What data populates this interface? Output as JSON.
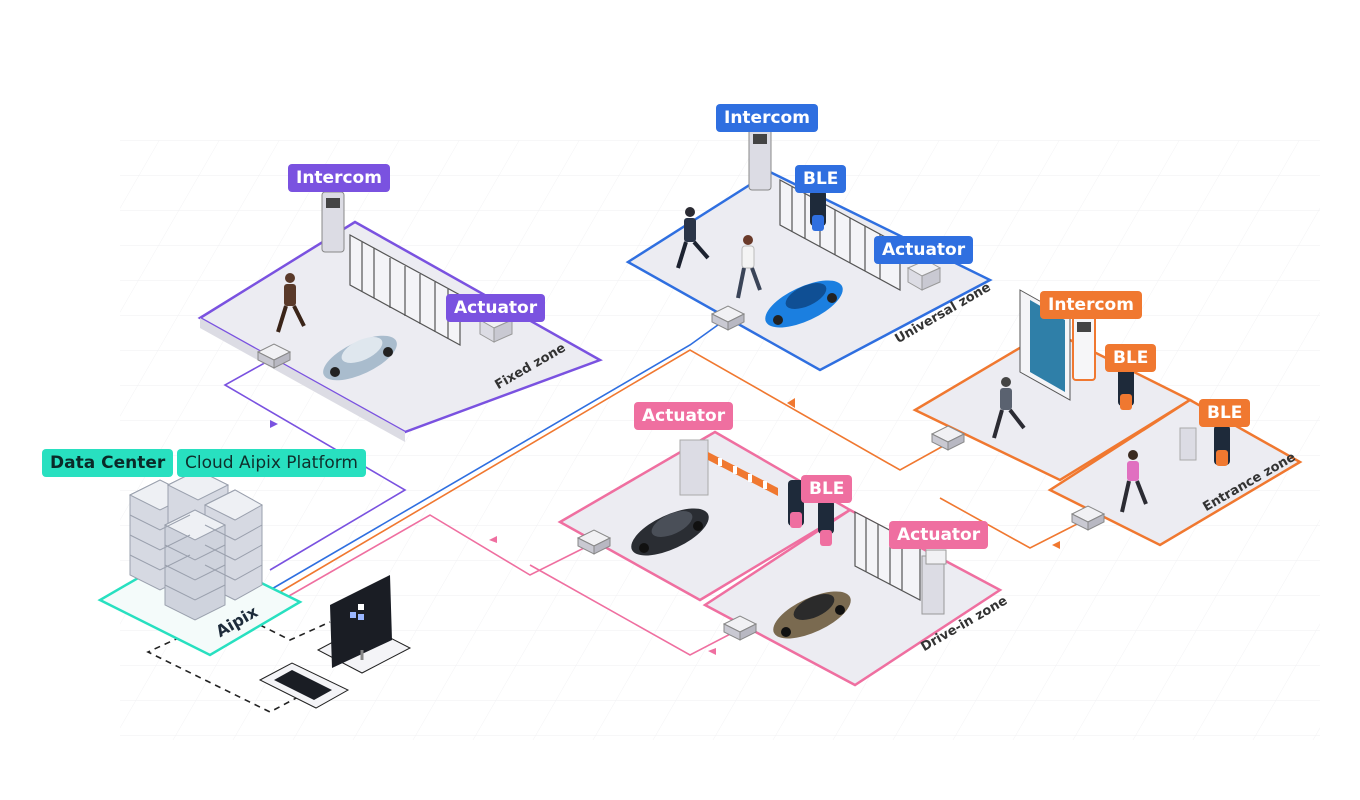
{
  "zones": {
    "fixed": {
      "label": "Fixed zone",
      "color": "#7a52e0",
      "tags": [
        "Intercom",
        "Actuator"
      ]
    },
    "universal": {
      "label": "Universal zone",
      "color": "#2f6fe0",
      "tags": [
        "Intercom",
        "BLE",
        "Actuator"
      ]
    },
    "entrance": {
      "label": "Entrance zone",
      "color": "#f07830",
      "tags": [
        "Intercom",
        "BLE",
        "BLE"
      ]
    },
    "drivein": {
      "label": "Drive-in zone",
      "color": "#ef6fa0",
      "tags": [
        "Actuator",
        "BLE",
        "Actuator"
      ]
    }
  },
  "datacenter": {
    "data_center_label": "Data Center",
    "platform_label": "Cloud Aipix Platform",
    "brand": "Aipix",
    "color": "#28e0c0"
  }
}
